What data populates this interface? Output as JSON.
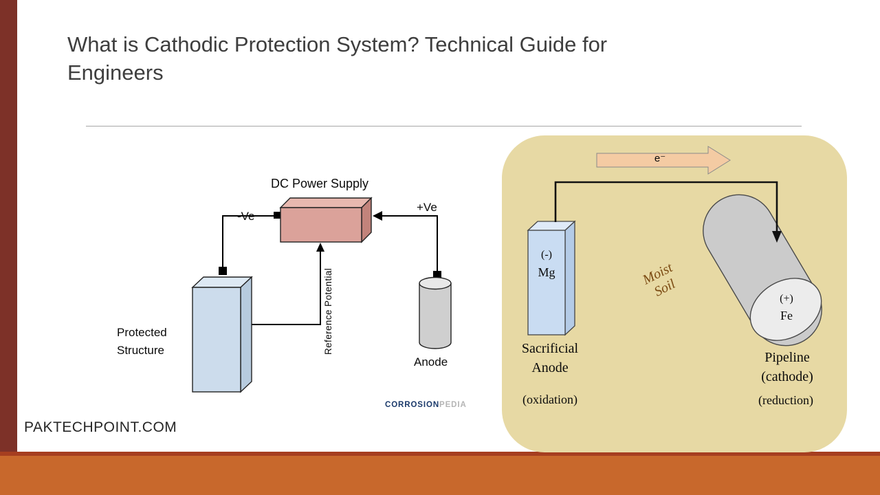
{
  "slide": {
    "title_line1": "What is Cathodic Protection System? Technical Guide for",
    "title_line2": "Engineers",
    "footer_text": "PAKTECHPOINT.COM"
  },
  "left_diagram": {
    "power_supply_label": "DC Power Supply",
    "negative_terminal": "-Ve",
    "positive_terminal": "+Ve",
    "reference_label": "Reference Potential",
    "structure_line1": "Protected",
    "structure_line2": "Structure",
    "anode_label": "Anode",
    "logo_bold": "CORROSION",
    "logo_light": "PEDIA"
  },
  "right_diagram": {
    "electron_label": "e⁻",
    "mg_sign": "(-)",
    "mg_symbol": "Mg",
    "soil_line1": "Moist",
    "soil_line2": "Soil",
    "fe_sign": "(+)",
    "fe_symbol": "Fe",
    "anode_caption_line1": "Sacrificial",
    "anode_caption_line2": "Anode",
    "anode_process": "(oxidation)",
    "cathode_caption_line1": "Pipeline",
    "cathode_caption_line2": "(cathode)",
    "cathode_process": "(reduction)"
  },
  "colors": {
    "sidebar_bar": "#7d3128",
    "footer_strip": "#a63e20",
    "footer_bar": "#c8682c",
    "soil_fill": "#e7d9a4",
    "power_fill": "#dba29a",
    "power_top": "#e8b8af",
    "power_side": "#c2837b",
    "structure_fill": "#ccdcec",
    "structure_top": "#dde9f4",
    "structure_side": "#b7cbde",
    "anode_gray": "#cfcfcf",
    "mg_fill": "#c9dcf2",
    "mg_top": "#dfeaf8",
    "mg_side": "#b4cbe6",
    "electron_arrow_fill": "#f4cba3",
    "pipe_gray": "#cbcbcb",
    "pipe_face": "#ececec"
  }
}
